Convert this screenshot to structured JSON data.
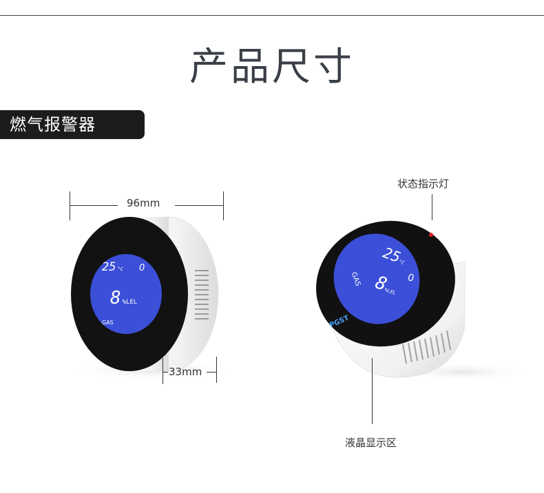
{
  "header": {
    "title": "产品尺寸"
  },
  "section": {
    "label": "燃气报警器"
  },
  "dimensions": {
    "width": "96mm",
    "depth": "33mm"
  },
  "callouts": {
    "indicator": "状态指示灯",
    "lcd": "液晶显示区"
  },
  "lcd_left": {
    "temp": "25",
    "temp_unit": "°C",
    "alarm": "0",
    "reading": "8",
    "reading_unit": "%LEL",
    "gas": "GAS"
  },
  "lcd_right": {
    "temp": "25",
    "temp_unit": "°C",
    "alarm": "0",
    "reading": "8",
    "reading_unit": "%LEL",
    "gas": "GAS",
    "brand": "PGST"
  },
  "colors": {
    "lcd_blue": "#3b4fd8",
    "indicator_red": "#e02020",
    "bezel": "#111111"
  }
}
